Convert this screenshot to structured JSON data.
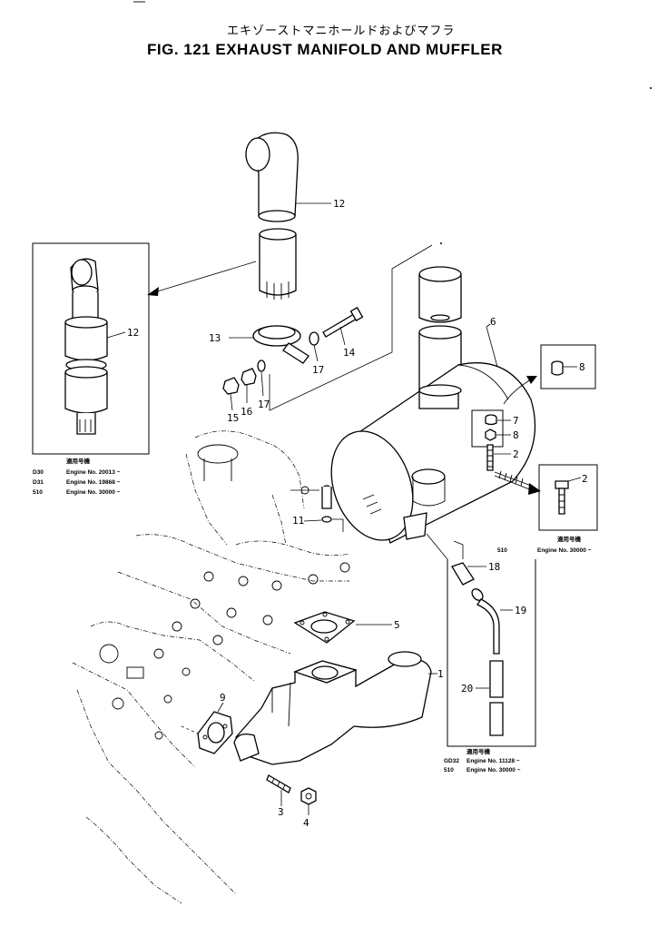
{
  "header": {
    "japanese_title": "エキゾーストマニホールドおよびマフラ",
    "title": "FIG. 121  EXHAUST MANIFOLD AND MUFFLER"
  },
  "callouts": {
    "c1": "1",
    "c2": "2",
    "c3": "3",
    "c4": "4",
    "c5": "5",
    "c6": "6",
    "c7": "7",
    "c8": "8",
    "c9": "9",
    "c11": "11",
    "c12": "12",
    "c13": "13",
    "c14": "14",
    "c15": "15",
    "c16": "16",
    "c17a": "17",
    "c17b": "17",
    "c18": "18",
    "c19": "19",
    "c20": "20",
    "inset_left_12": "12",
    "inset_right_2": "2",
    "inset_cap_8": "8"
  },
  "notes": {
    "left": {
      "heading": "適用号機",
      "rows": [
        {
          "model": "D30",
          "engine": "Engine No. 20013 ~"
        },
        {
          "model": "D31",
          "engine": "Engine No. 19868 ~"
        },
        {
          "model": "510",
          "engine": "Engine No. 30000 ~"
        }
      ]
    },
    "right": {
      "heading": "適用号機",
      "rows": [
        {
          "model": "510",
          "engine": "Engine No. 30000 ~"
        }
      ]
    },
    "bottom": {
      "heading": "適用号機",
      "rows": [
        {
          "model": "GD32",
          "engine": "Engine No. 11128 ~"
        },
        {
          "model": "510",
          "engine": "Engine No. 30000 ~"
        }
      ]
    }
  },
  "colors": {
    "ink": "#000000",
    "paper": "#ffffff"
  }
}
